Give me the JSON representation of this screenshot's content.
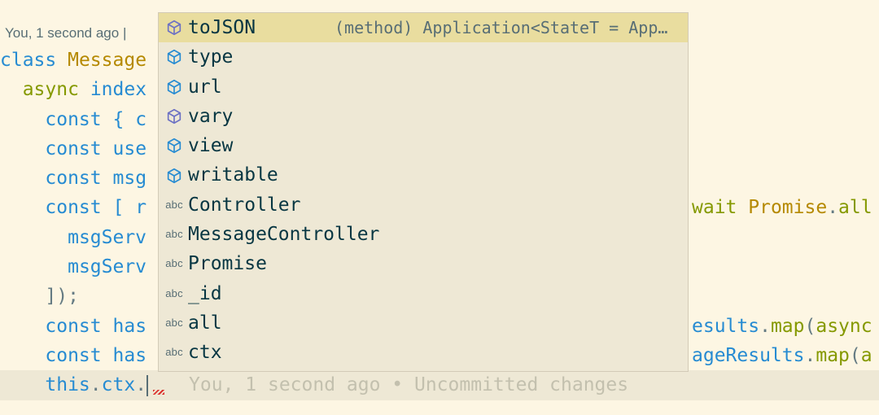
{
  "blame_header": "You, 1 second ago |",
  "code": {
    "line1": {
      "kw": "class",
      "name": "Message"
    },
    "line2": {
      "kw": "async",
      "name": "index"
    },
    "line3": {
      "kw": "const",
      "rest": "{ c"
    },
    "line4": {
      "kw": "const",
      "rest": "use"
    },
    "line5": {
      "kw": "const",
      "rest": "msg"
    },
    "line6": {
      "kw": "const",
      "rest": "[ r",
      "right_kw": "wait",
      "right_cls": "Promise",
      "right_dot": ".",
      "right_fn": "all"
    },
    "line7": {
      "rest": "msgServ"
    },
    "line8": {
      "rest": "msgServ"
    },
    "line9": {
      "rest": "]);"
    },
    "line10": {
      "kw": "const",
      "rest": "has",
      "right_id": "esults",
      "right_dot": ".",
      "right_fn": "map",
      "right_paren": "(",
      "right_kw": "async"
    },
    "line11": {
      "kw": "const",
      "rest": "has",
      "right_id": "ageResults",
      "right_dot": ".",
      "right_fn": "map",
      "right_paren": "(",
      "right_tail": "a"
    },
    "line12": {
      "this": "this",
      "dot1": ".",
      "ctx": "ctx",
      "dot2": "."
    }
  },
  "inline_blame": "You, 1 second ago • Uncommitted changes",
  "suggestions": [
    {
      "label": "toJSON",
      "icon": "cube-icon",
      "icon_color": "#6c71c4",
      "detail": "(method) Application<StateT = App…",
      "selected": true
    },
    {
      "label": "type",
      "icon": "cube-icon",
      "icon_color": "#268bd2"
    },
    {
      "label": "url",
      "icon": "cube-icon",
      "icon_color": "#268bd2"
    },
    {
      "label": "vary",
      "icon": "cube-icon",
      "icon_color": "#6c71c4"
    },
    {
      "label": "view",
      "icon": "cube-icon",
      "icon_color": "#268bd2"
    },
    {
      "label": "writable",
      "icon": "cube-icon",
      "icon_color": "#268bd2"
    },
    {
      "label": "Controller",
      "icon": "abc-icon",
      "icon_text": "abc"
    },
    {
      "label": "MessageController",
      "icon": "abc-icon",
      "icon_text": "abc"
    },
    {
      "label": "Promise",
      "icon": "abc-icon",
      "icon_text": "abc"
    },
    {
      "label": "_id",
      "icon": "abc-icon",
      "icon_text": "abc"
    },
    {
      "label": "all",
      "icon": "abc-icon",
      "icon_text": "abc"
    },
    {
      "label": "ctx",
      "icon": "abc-icon",
      "icon_text": "abc"
    }
  ]
}
